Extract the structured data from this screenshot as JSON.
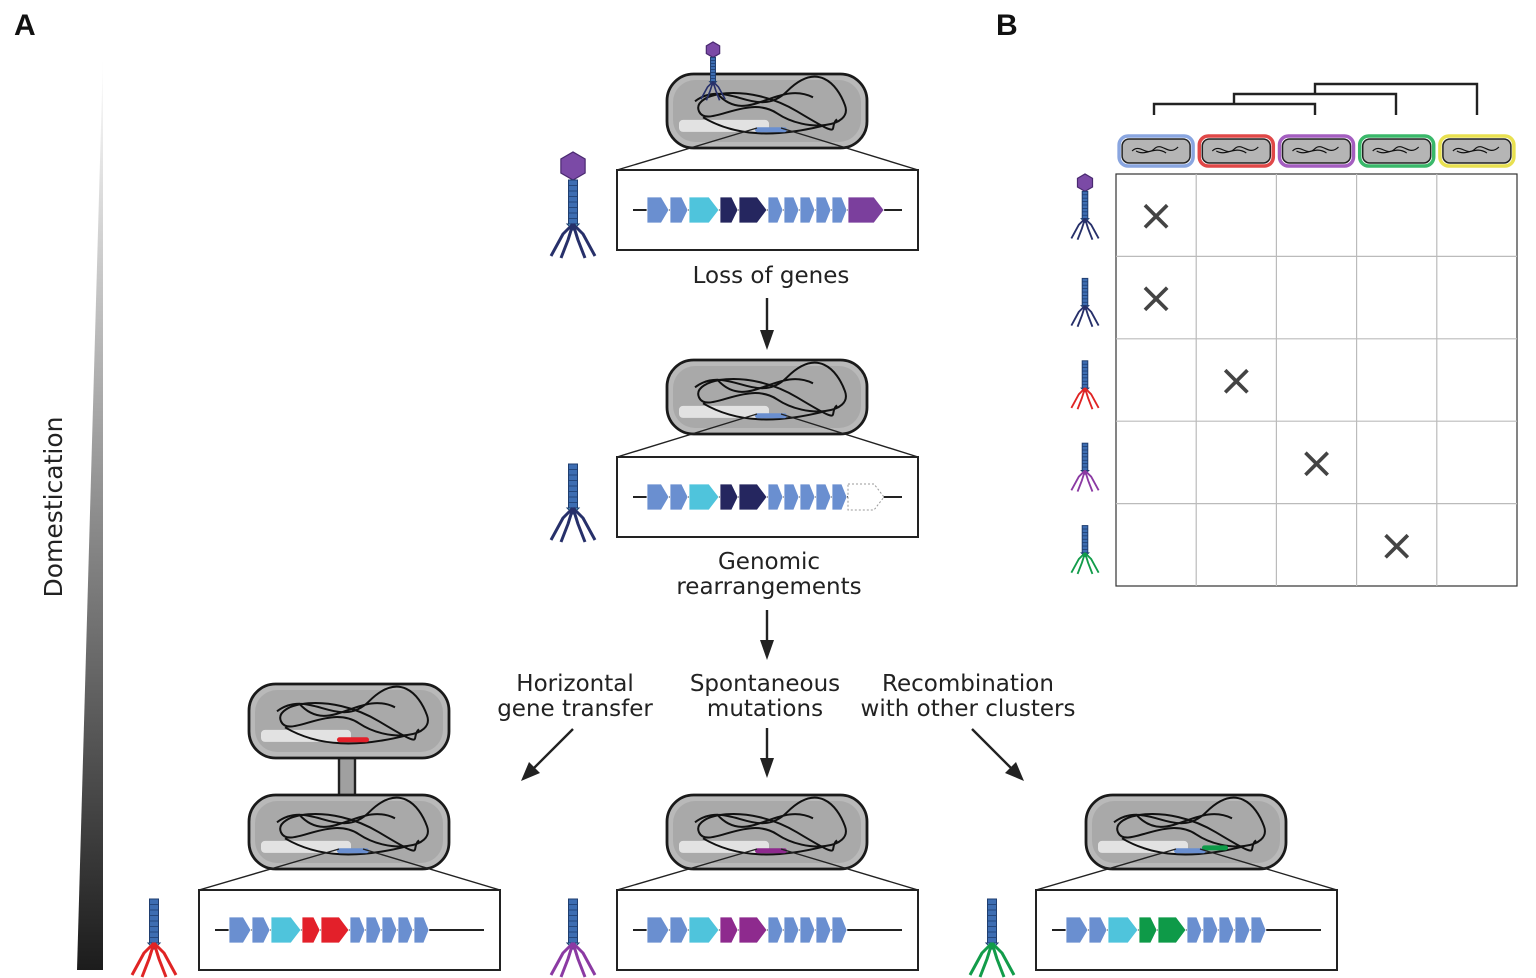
{
  "panels": {
    "a": "A",
    "b": "B"
  },
  "axis_label": "Domestication",
  "steps": {
    "loss": "Loss of genes",
    "rearrange": [
      "Genomic",
      "rearrangements"
    ],
    "hgt": [
      "Horizontal",
      "gene transfer"
    ],
    "spont": [
      "Spontaneous",
      "mutations"
    ],
    "recomb": [
      "Recombination",
      "with other clusters"
    ]
  },
  "colors": {
    "gene_light_blue": "#6a8fd0",
    "gene_cyan": "#4fc4dc",
    "gene_navy": "#25265f",
    "gene_purple": "#7b3f9d",
    "gene_red": "#e3202a",
    "gene_magenta": "#8e2a8e",
    "gene_green": "#0e9a48",
    "cell_fill": "#b9b9b9",
    "tail_fiber_navy": "#27306a",
    "tail_fiber_red": "#e02424",
    "tail_fiber_purple": "#8b3aa3",
    "tail_fiber_green": "#129c4a",
    "strain_outline_blue": "#8aa6e0",
    "strain_outline_red": "#e04848",
    "strain_outline_purple": "#a45ec0",
    "strain_outline_green": "#3ab86a",
    "strain_outline_yellow": "#e8e050"
  },
  "matrix": {
    "rows": 5,
    "cols": 5,
    "cross_symbol": "×",
    "crosses": [
      [
        0,
        0
      ],
      [
        1,
        0
      ],
      [
        2,
        1
      ],
      [
        3,
        2
      ],
      [
        4,
        3
      ]
    ],
    "row_phages": [
      "full-phage-icon",
      "tailed-phage-navy-icon",
      "tailed-phage-red-icon",
      "tailed-phage-purple-icon",
      "tailed-phage-green-icon"
    ],
    "col_strains": [
      "strain-blue-icon",
      "strain-red-icon",
      "strain-purple-icon",
      "strain-green-icon",
      "strain-yellow-icon"
    ]
  }
}
